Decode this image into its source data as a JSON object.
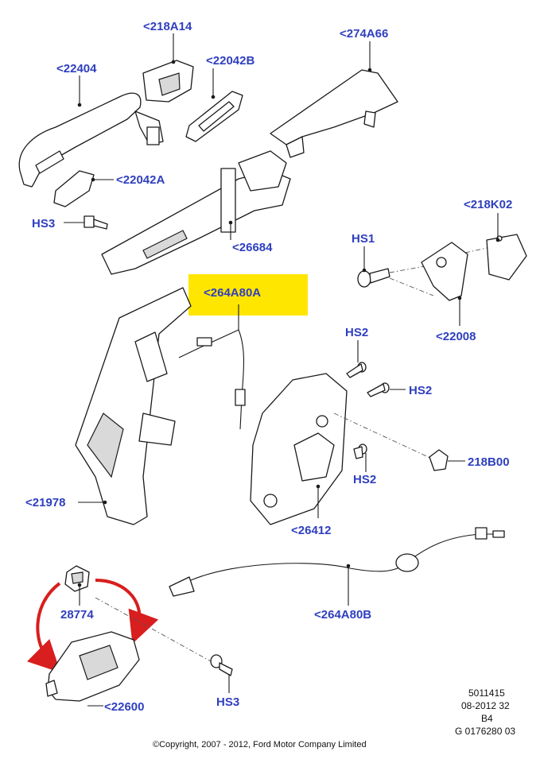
{
  "colors": {
    "callout_text": "#2f3fbf",
    "highlight": "#ffe600",
    "arrow": "#d81e1e",
    "line": "#1a1a1a"
  },
  "callouts": {
    "c_218A14": "<218A14",
    "c_274A66": "<274A66",
    "c_22404": "<22404",
    "c_22042B": "<22042B",
    "c_22042A": "<22042A",
    "c_HS3_top": "HS3",
    "c_26684": "<26684",
    "c_218K02": "<218K02",
    "c_HS1": "HS1",
    "c_22008": "<22008",
    "c_264A80A": "<264A80A",
    "c_HS2_a": "HS2",
    "c_HS2_b": "HS2",
    "c_HS2_c": "HS2",
    "c_218B00": "218B00",
    "c_21978": "<21978",
    "c_26412": "<26412",
    "c_264A80B": "<264A80B",
    "c_28774": "28774",
    "c_HS3_bottom": "HS3",
    "c_22600": "<22600"
  },
  "drawing_info": {
    "line1": "5011415",
    "line2": "08-2012 32",
    "line3": "B4",
    "line4": "G 0176280 03"
  },
  "copyright": "©Copyright, 2007 - 2012, Ford Motor Company Limited"
}
